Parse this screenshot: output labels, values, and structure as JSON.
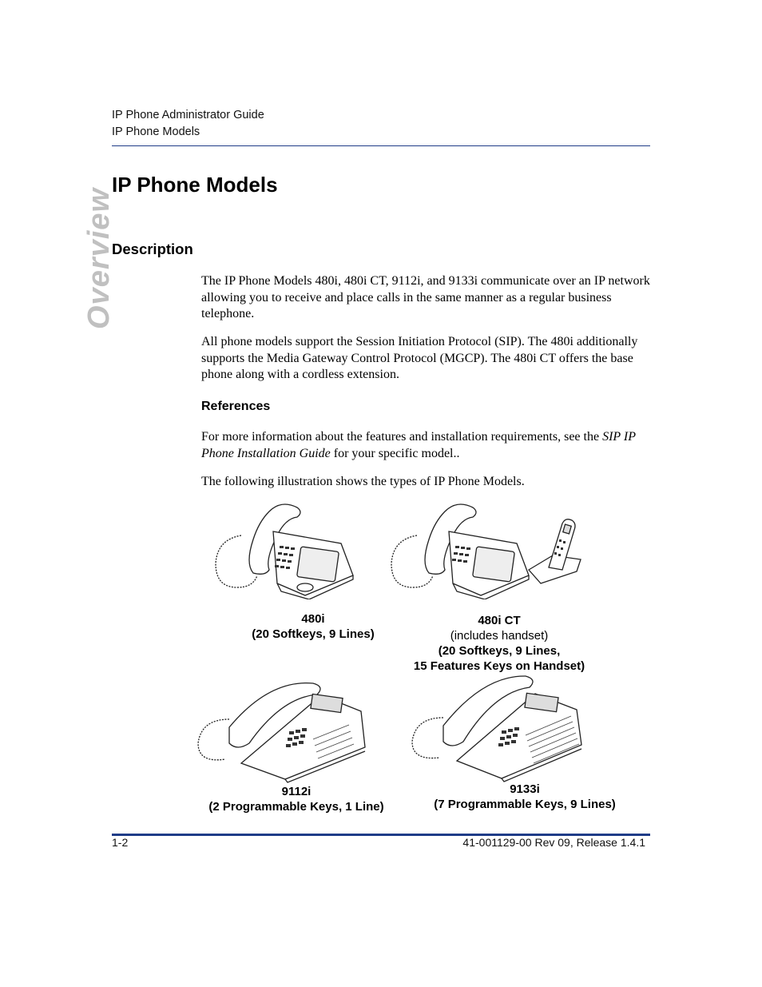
{
  "header": {
    "line1": "IP Phone Administrator Guide",
    "line2": "IP Phone Models"
  },
  "side_tab": "Overview",
  "title": "IP Phone Models",
  "section": {
    "heading": "Description",
    "para1": "The IP Phone Models 480i, 480i CT, 9112i, and 9133i communicate over an IP network allowing you to receive and place calls in the same manner as a regular business telephone.",
    "para2": "All phone models support the Session Initiation Protocol (SIP). The 480i additionally supports the Media Gateway Control Protocol (MGCP). The 480i CT offers the base phone along with a cordless extension."
  },
  "references": {
    "heading": "References",
    "para_before": "For more information about the features and installation requirements, see the ",
    "guide_title": "SIP IP Phone Installation Guide",
    "para_after": " for your specific model..",
    "illustration_intro": "The following illustration shows the types of IP Phone Models."
  },
  "figures": [
    {
      "model": "480i",
      "desc": "(20 Softkeys, 9 Lines)"
    },
    {
      "model": "480i CT",
      "sub": "(includes handset)",
      "desc1": "(20 Softkeys, 9 Lines,",
      "desc2": "15 Features Keys on Handset)"
    },
    {
      "model": "9112i",
      "desc": "(2 Programmable Keys, 1 Line)"
    },
    {
      "model": "9133i",
      "desc": "(7 Programmable Keys, 9 Lines)"
    }
  ],
  "footer": {
    "page": "1-2",
    "doc_id": "41-001129-00 Rev 09, Release 1.4.1"
  }
}
